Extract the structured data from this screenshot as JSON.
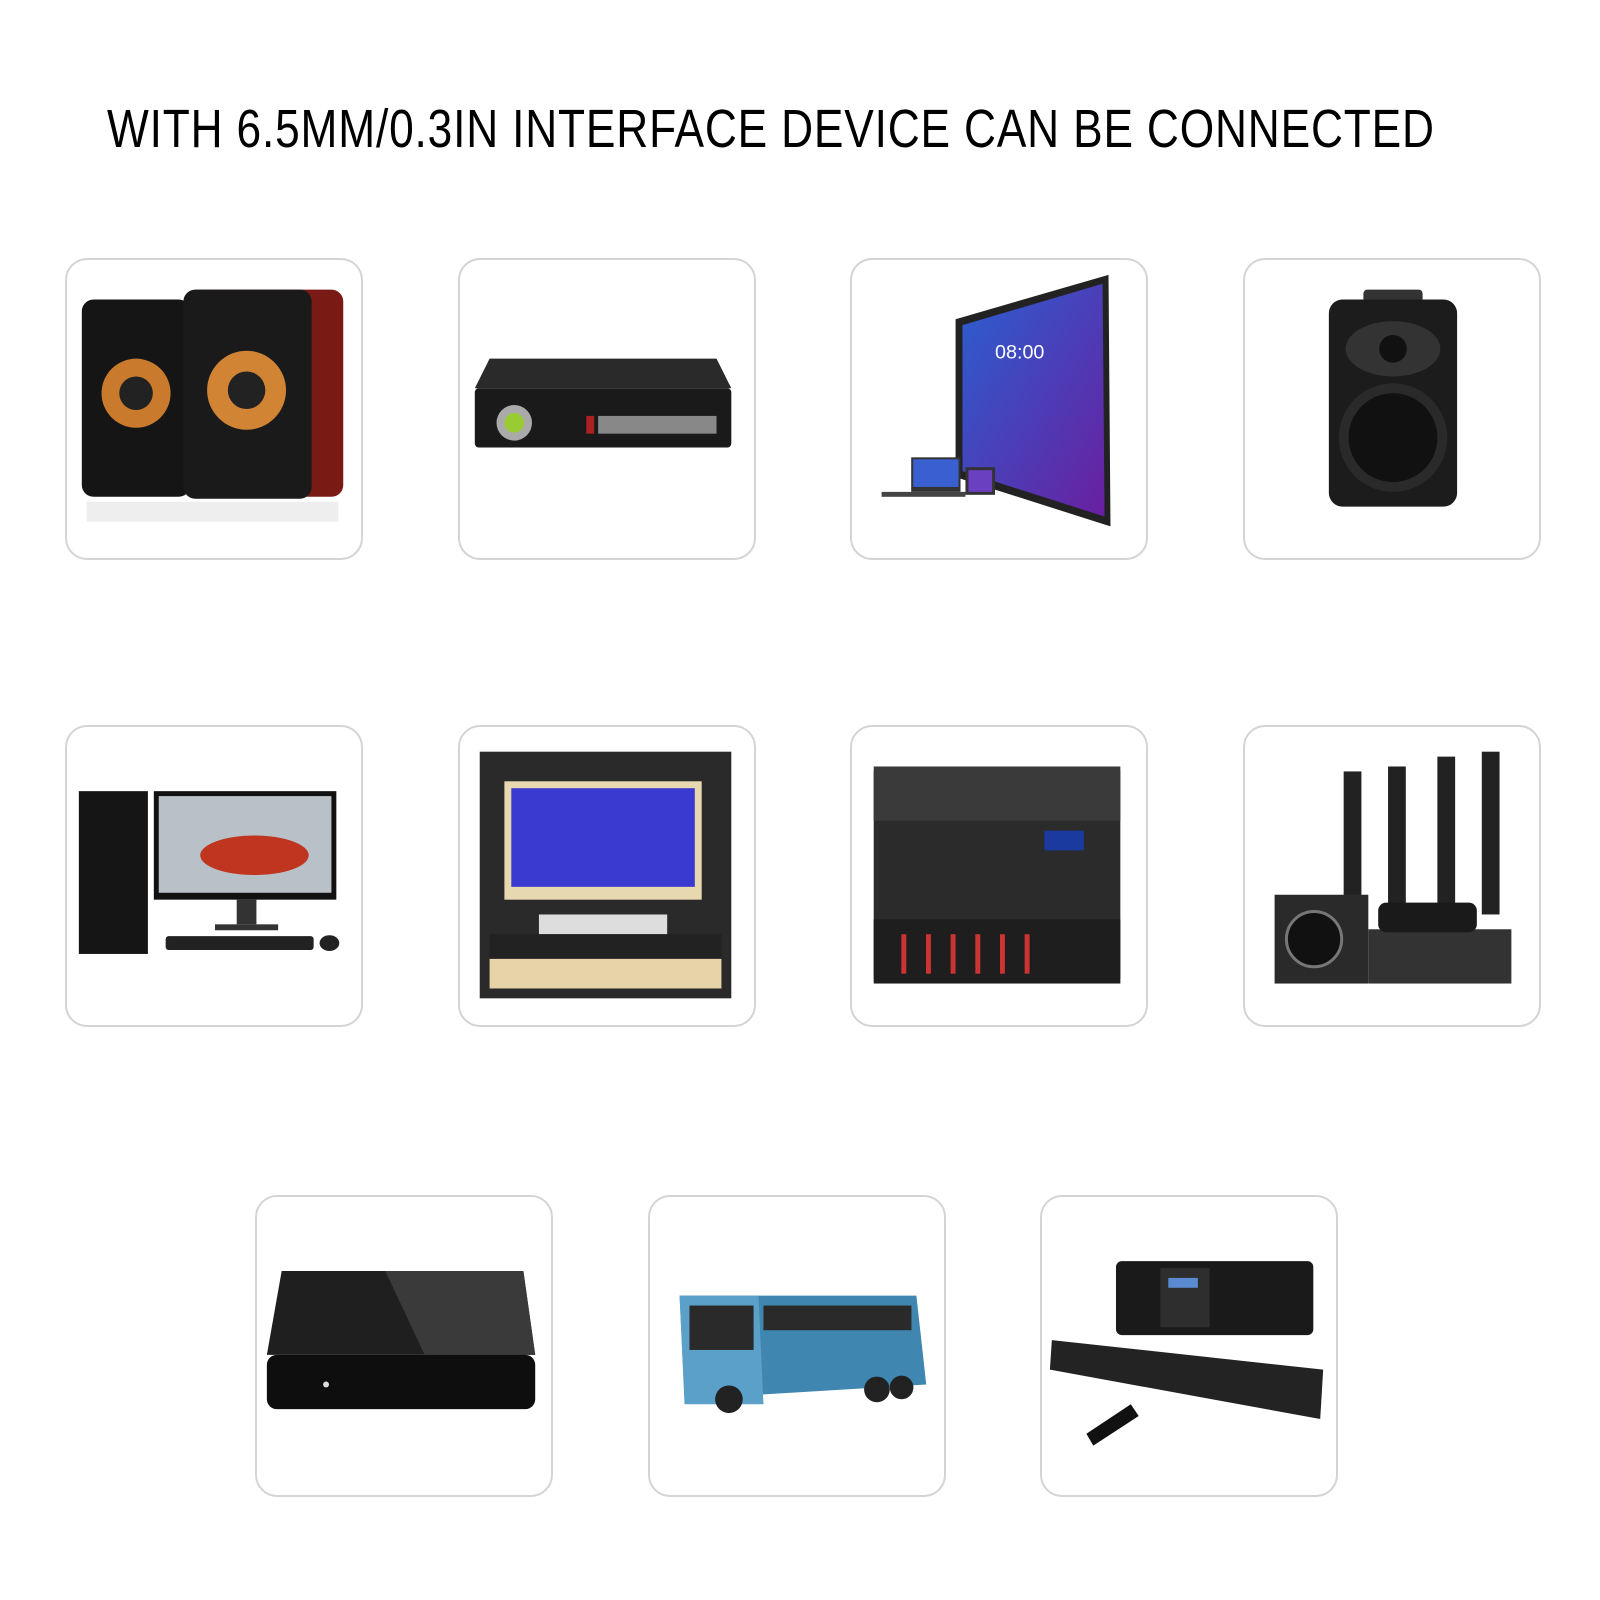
{
  "headline": "WITH 6.5MM/0.3IN INTERFACE DEVICE CAN BE CONNECTED",
  "devices": [
    {
      "name": "bookshelf-speakers"
    },
    {
      "name": "projector"
    },
    {
      "name": "smart-tv",
      "screen_text": "08:00"
    },
    {
      "name": "pa-speaker"
    },
    {
      "name": "desktop-computer"
    },
    {
      "name": "karaoke-system"
    },
    {
      "name": "audio-mixer"
    },
    {
      "name": "home-theater"
    },
    {
      "name": "tv-box"
    },
    {
      "name": "bus"
    },
    {
      "name": "soundbar"
    }
  ]
}
